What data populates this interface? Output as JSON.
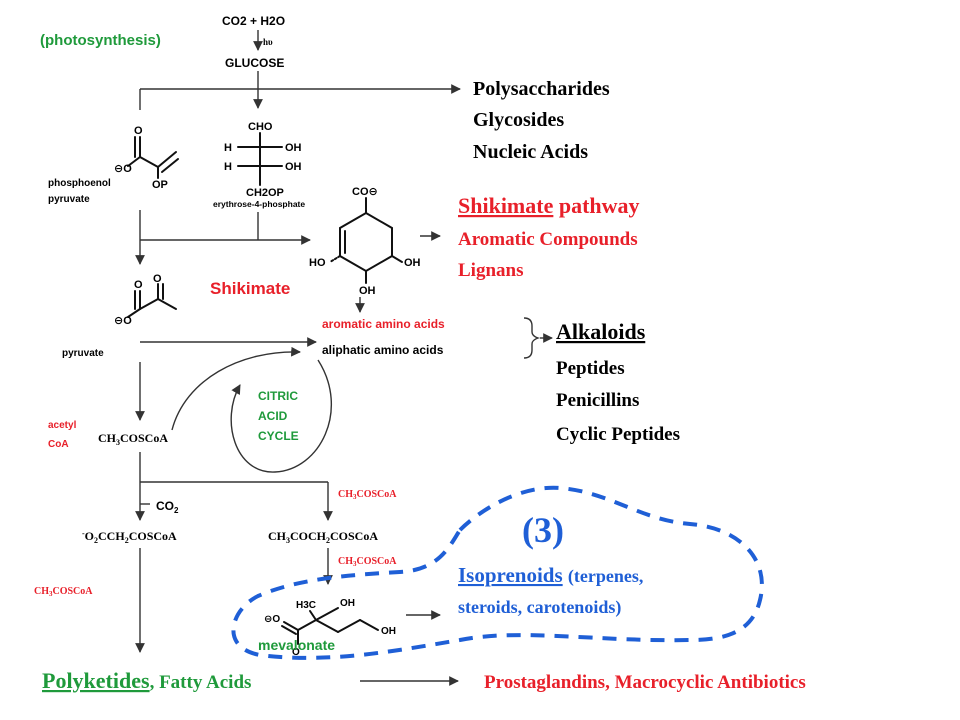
{
  "colors": {
    "red": "#e8202a",
    "green": "#1f9a3b",
    "blue": "#1f5fd6",
    "black": "#000000"
  },
  "labels": {
    "photosynthesis": "(photosynthesis)",
    "co2_h2o": "CO2 + H2O",
    "hv": "hυ",
    "glucose": "GLUCOSE",
    "cho": "CHO",
    "erythrose": "erythrose-4-phosphate",
    "pep_line1": "phosphoenol",
    "pep_line2": "pyruvate",
    "op": "OP",
    "shikimate": "Shikimate",
    "pyruvate": "pyruvate",
    "aromatic_aa": "aromatic amino acids",
    "aliphatic_aa": "aliphatic amino acids",
    "citric_1": "CITRIC",
    "citric_2": "ACID",
    "citric_3": "CYCLE",
    "acetyl_1": "acetyl",
    "acetyl_2": "CoA",
    "ch3coscoa": "CH3COSCoA",
    "co2": "CO2",
    "malonyl": "-O2CCH2COSCoA",
    "acetoacetyl": "CH3COCH2COSCoA",
    "mevalonate": "mevalonate",
    "oh": "OH",
    "ho": "HO",
    "h": "H",
    "ch2op": "CH2OP",
    "h3c": "H3C"
  },
  "outputs": {
    "polysaccharides": "Polysaccharides",
    "glycosides": "Glycosides",
    "nucleic_acids": "Nucleic Acids",
    "shikimate_heading": "Shikimate",
    "pathway_word": "pathway",
    "aromatic_compounds": "Aromatic Compounds",
    "lignans": "Lignans",
    "alkaloids": "Alkaloids",
    "peptides": "Peptides",
    "penicillins": "Penicillins",
    "cyclic_peptides": "Cyclic Peptides",
    "group_number": "(3)",
    "isoprenoids": "Isoprenoids",
    "isoprenoids_rest": "(terpenes,",
    "isoprenoids_line2": "steroids, carotenoids)",
    "polyketides": "Polyketides",
    "fatty_acids": ", Fatty Acids",
    "prostaglandins": "Prostaglandins, Macrocyclic Antibiotics"
  }
}
